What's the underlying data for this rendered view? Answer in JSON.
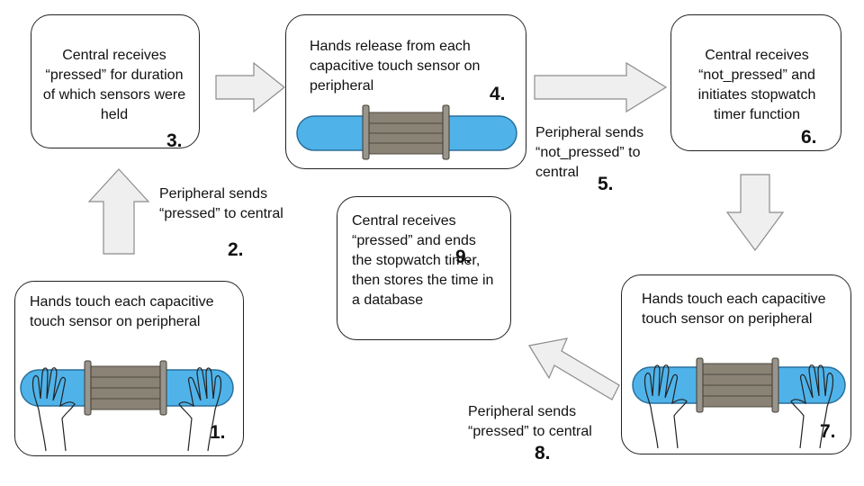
{
  "steps": [
    {
      "number": "1.",
      "text": "Hands touch each capacitive touch sensor on peripheral"
    },
    {
      "number": "2.",
      "text": "Peripheral sends “pressed” to central"
    },
    {
      "number": "3.",
      "text": "Central receives “pressed” for duration of which sensors were held"
    },
    {
      "number": "4.",
      "text": "Hands release from each capacitive touch sensor on peripheral"
    },
    {
      "number": "5.",
      "text": "Peripheral sends “not_pressed” to central"
    },
    {
      "number": "6.",
      "text": "Central receives “not_pressed” and initiates stopwatch timer function"
    },
    {
      "number": "7.",
      "text": "Hands touch each capacitive touch sensor on peripheral"
    },
    {
      "number": "8.",
      "text": "Peripheral sends “pressed” to central"
    },
    {
      "number": "9.",
      "text": "Central receives “pressed” and ends the stopwatch timer, then stores the time in a database"
    }
  ],
  "colors": {
    "sensor_blue": "#4fb3ea",
    "frame_gray": "#8a8275",
    "arrow_fill": "#efefef",
    "arrow_stroke": "#8c8c8c"
  }
}
